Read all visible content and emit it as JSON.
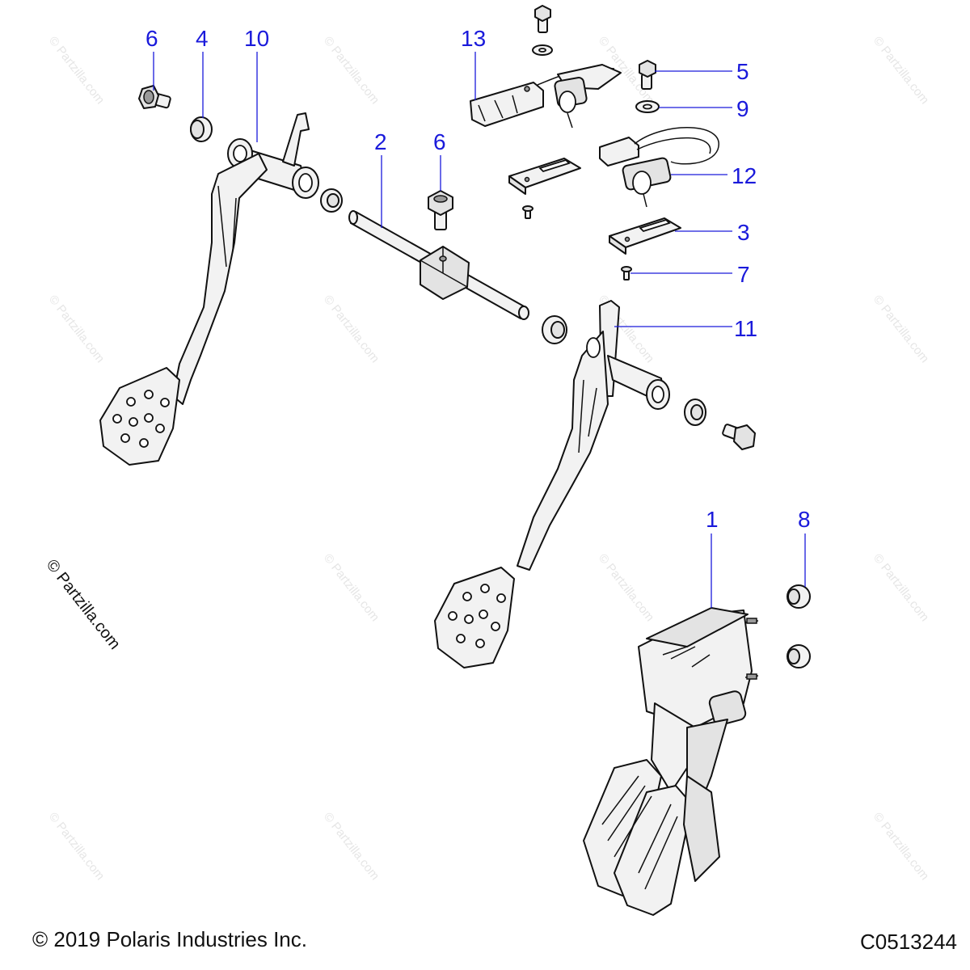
{
  "footer": {
    "copyright": "© 2019 Polaris Industries Inc.",
    "drawing_code": "C0513244"
  },
  "watermark": {
    "side_text": "© Partzilla.com",
    "tile_text": "© Partzilla.com"
  },
  "callouts": [
    {
      "id": "callout-6-top",
      "label": "6"
    },
    {
      "id": "callout-4",
      "label": "4"
    },
    {
      "id": "callout-10",
      "label": "10"
    },
    {
      "id": "callout-13",
      "label": "13"
    },
    {
      "id": "callout-5",
      "label": "5"
    },
    {
      "id": "callout-9",
      "label": "9"
    },
    {
      "id": "callout-2",
      "label": "2"
    },
    {
      "id": "callout-6-mid",
      "label": "6"
    },
    {
      "id": "callout-12",
      "label": "12"
    },
    {
      "id": "callout-3",
      "label": "3"
    },
    {
      "id": "callout-7",
      "label": "7"
    },
    {
      "id": "callout-11",
      "label": "11"
    },
    {
      "id": "callout-1",
      "label": "1"
    },
    {
      "id": "callout-8",
      "label": "8"
    }
  ],
  "colors": {
    "callout": "#1a1adb",
    "outline": "#111111",
    "fill": "#f2f2f2"
  }
}
